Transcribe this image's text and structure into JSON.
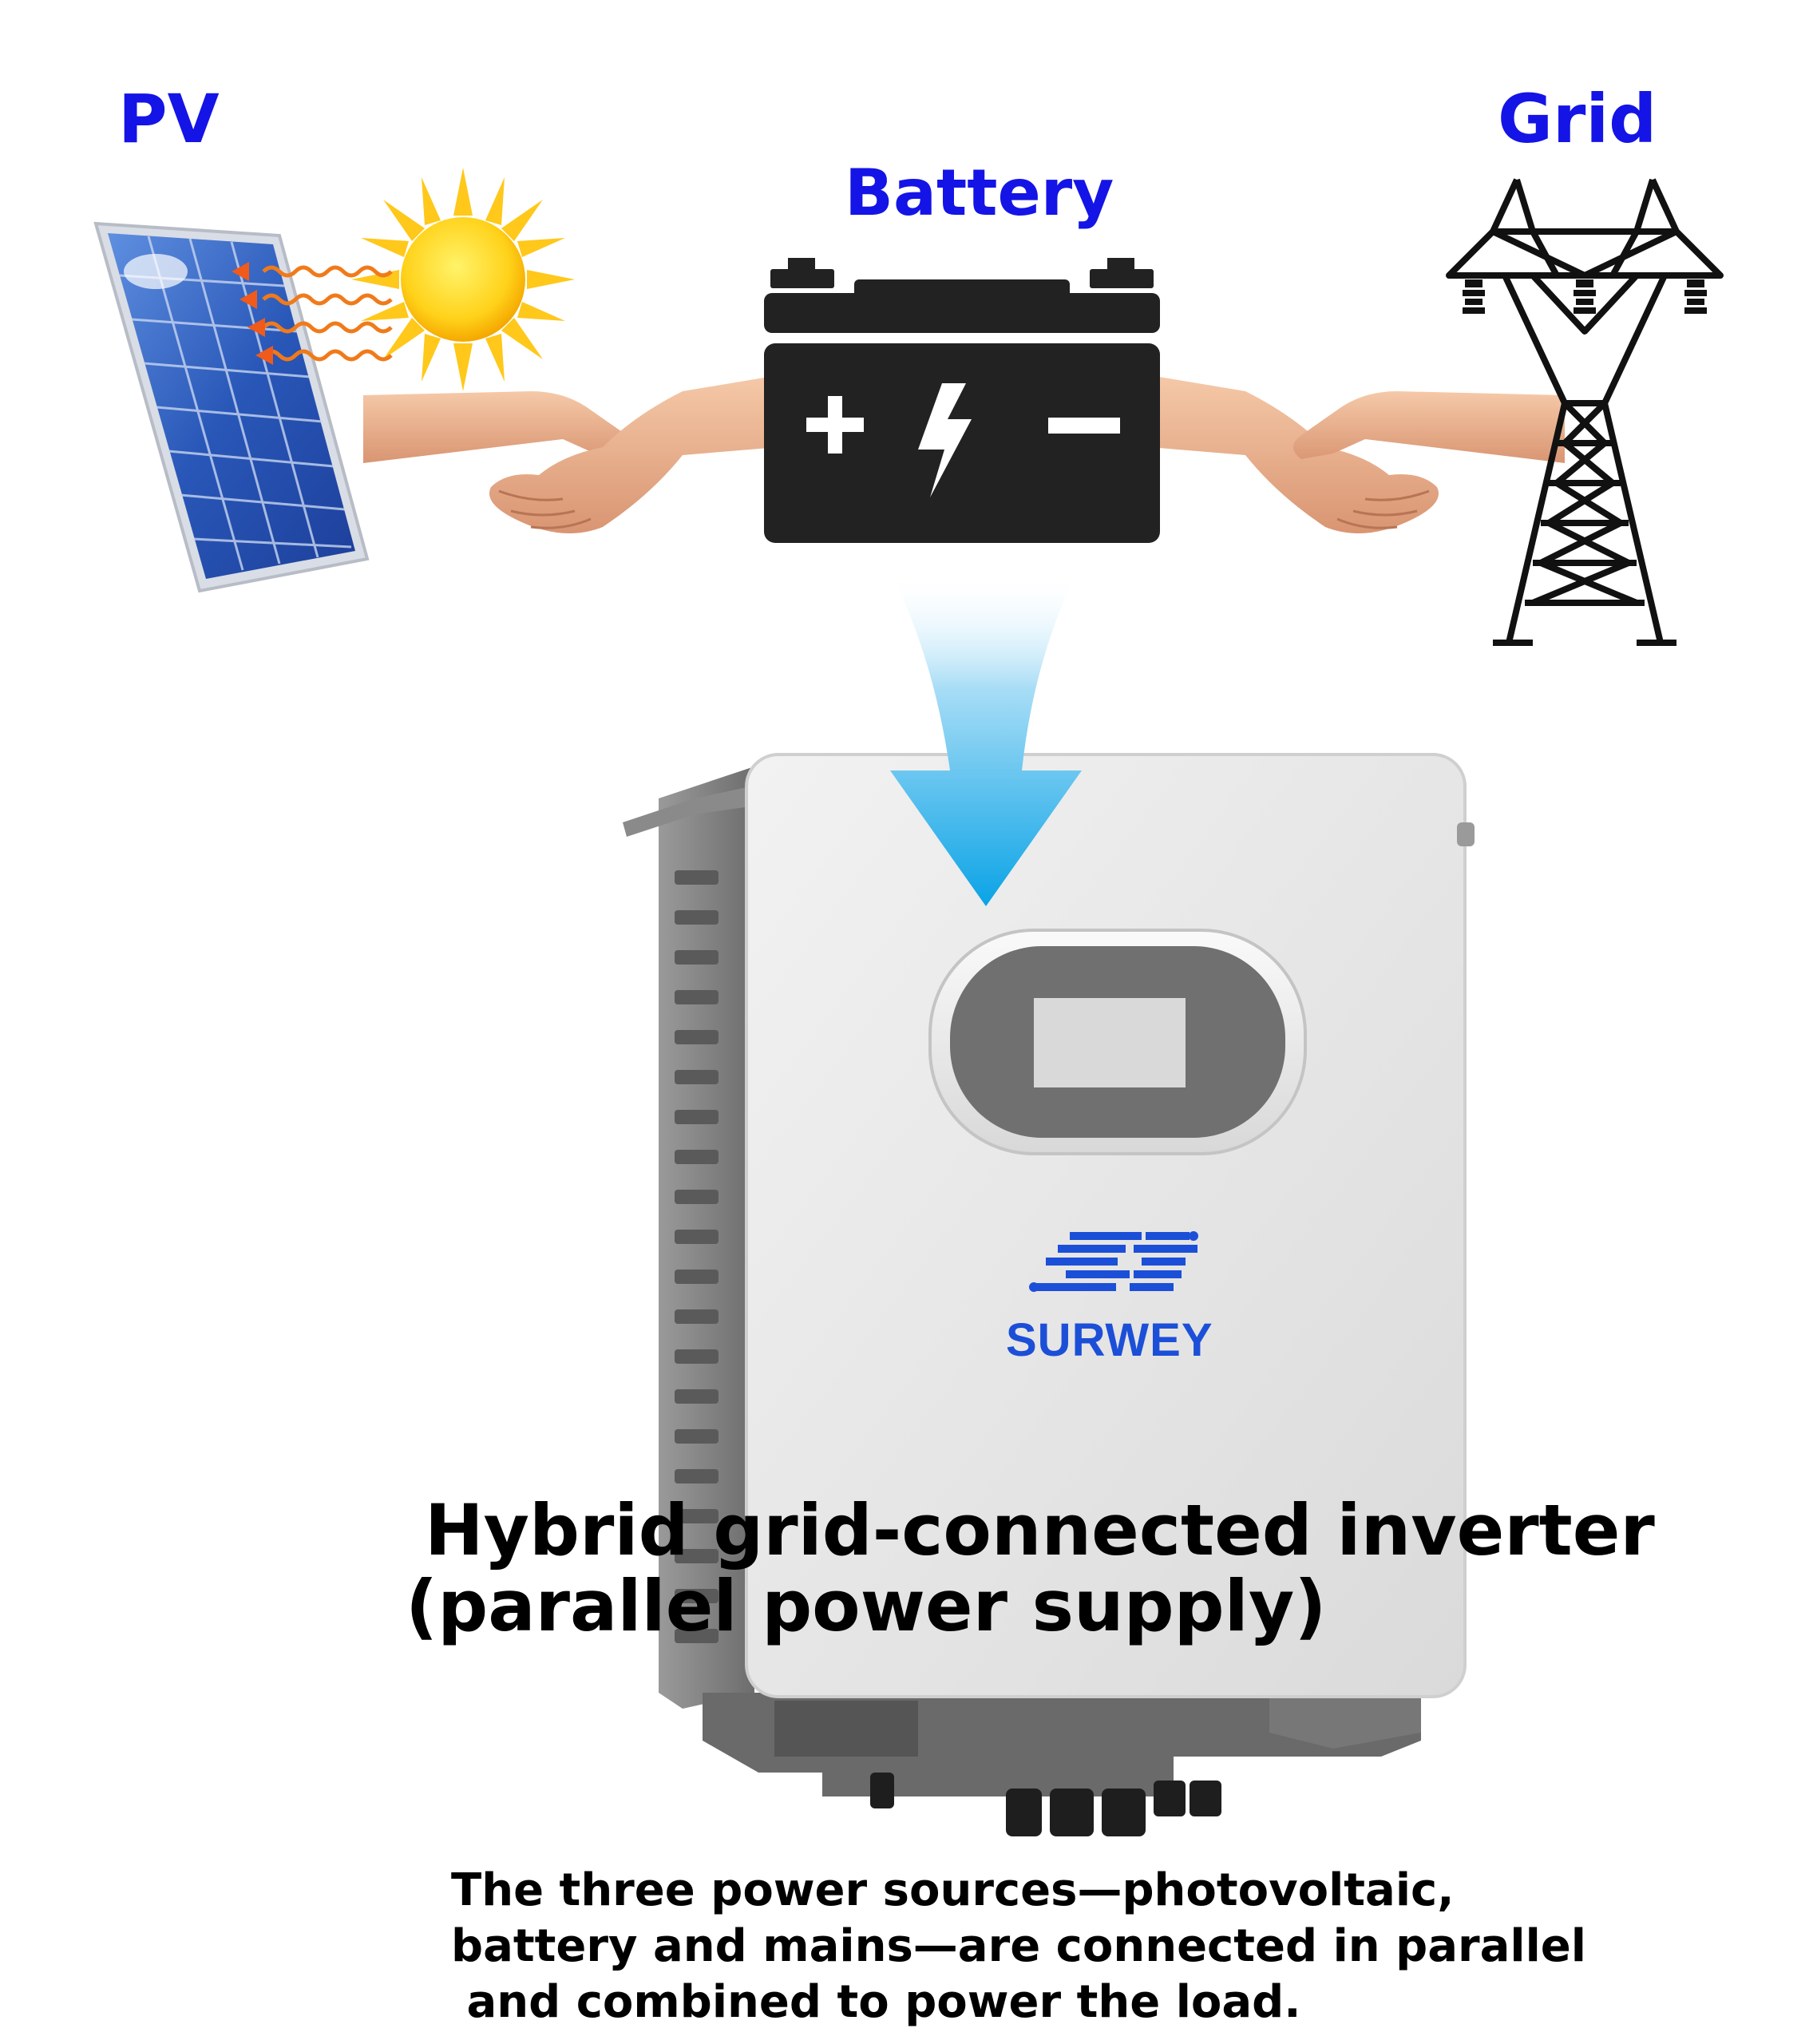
{
  "labels": {
    "pv": "PV",
    "battery": "Battery",
    "grid": "Grid"
  },
  "brand": {
    "logo_text": "SURWEY"
  },
  "title": {
    "line1": "Hybrid grid-connected inverter",
    "line2": "(parallel power supply)"
  },
  "description": {
    "line1": "The three power sources—photovoltaic,",
    "line2": "battery and mains—are connected in parallel",
    "line3": " and combined to power the load."
  },
  "colors": {
    "label_blue": "#1414e6",
    "arrow_blue": "#13a9ea",
    "battery_black": "#222222",
    "logo_blue": "#1c4fd8"
  },
  "icons": [
    "solar-panel-icon",
    "sun-icon",
    "battery-icon",
    "handshake-icon",
    "power-tower-icon",
    "down-arrow-icon",
    "inverter-device"
  ]
}
